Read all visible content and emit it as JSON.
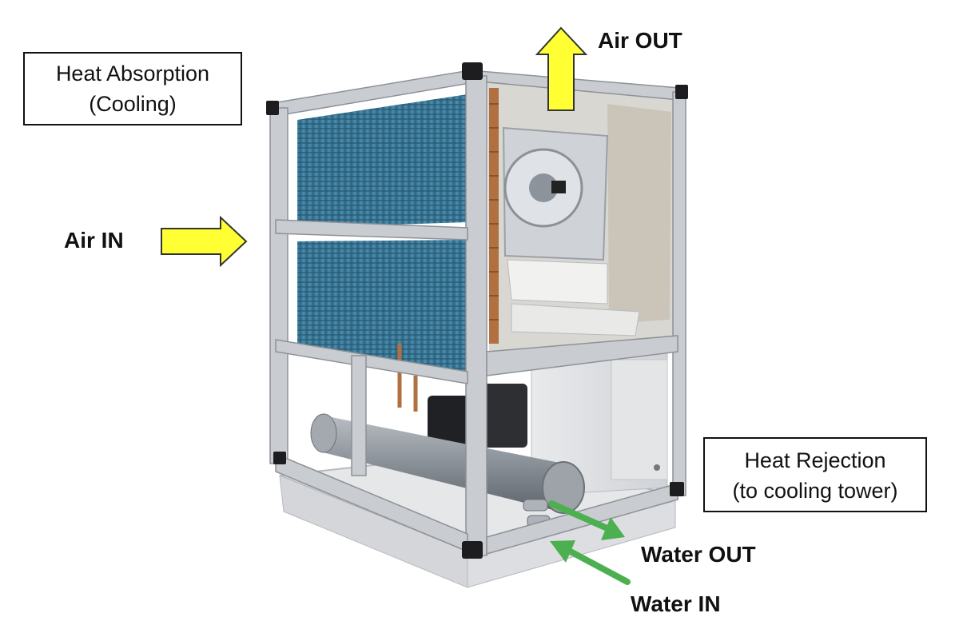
{
  "labels": {
    "heat_absorption": {
      "line1": "Heat Absorption",
      "line2": "(Cooling)"
    },
    "heat_rejection": {
      "line1": "Heat Rejection",
      "line2": "(to cooling tower)"
    },
    "air_out": "Air OUT",
    "air_in": "Air IN",
    "water_out": "Water OUT",
    "water_in": "Water IN"
  },
  "colors": {
    "air_arrow": "#ffff33",
    "water_arrow": "#4caf50",
    "coil": "#3f7f9f",
    "frame": "#c9ccd0"
  },
  "icons": [
    "air-out-arrow-icon",
    "air-in-arrow-icon",
    "water-out-arrow-icon",
    "water-in-arrow-icon"
  ]
}
